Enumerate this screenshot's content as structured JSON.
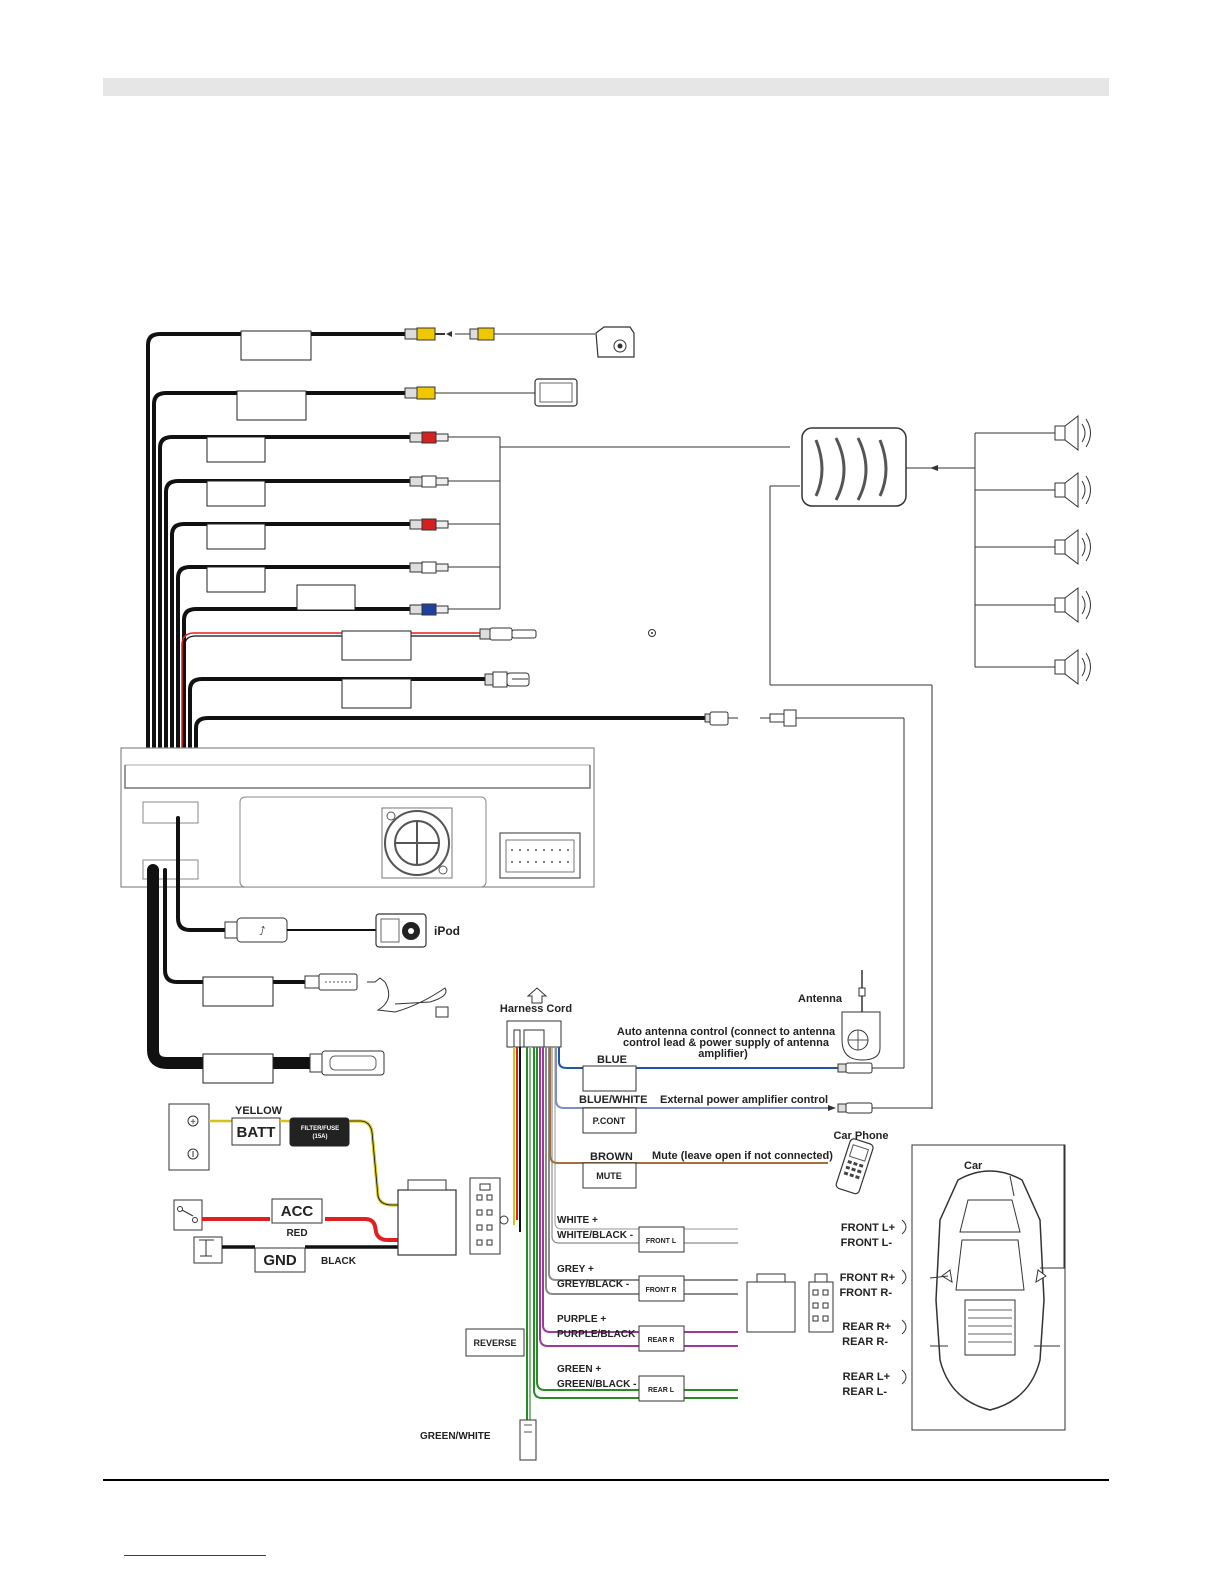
{
  "labels": {
    "ipod": "iPod",
    "harness_cord": "Harness Cord",
    "antenna": "Antenna",
    "auto_antenna_note_1": "Auto antenna control (connect to antenna",
    "auto_antenna_note_2": "control lead & power supply of antenna",
    "auto_antenna_note_3": "amplifier)",
    "blue": "BLUE",
    "blue_white": "BLUE/WHITE",
    "pcont": "P.CONT",
    "ext_amp_note": "External power amplifier control",
    "car_phone": "Car Phone",
    "brown": "BROWN",
    "mute": "MUTE",
    "mute_note": "Mute (leave open if not connected)",
    "yellow": "YELLOW",
    "batt": "BATT",
    "filter_fuse_1": "FILTER/FUSE",
    "filter_fuse_2": "(15A)",
    "acc": "ACC",
    "red": "RED",
    "gnd": "GND",
    "black": "BLACK",
    "car": "Car",
    "white_plus": "WHITE +",
    "white_black_minus": "WHITE/BLACK -",
    "front_l": "FRONT L",
    "grey_plus": "GREY +",
    "grey_black_minus": "GREY/BLACK -",
    "front_r": "FRONT R",
    "purple_plus": "PURPLE +",
    "purple_black": "PURPLE/BLACK",
    "rear_r": "REAR R",
    "green_plus": "GREEN +",
    "green_black_minus": "GREEN/BLACK -",
    "rear_l": "REAR L",
    "reverse": "REVERSE",
    "green_white": "GREEN/WHITE",
    "front_l_plus": "FRONT L+",
    "front_l_minus": "FRONT L-",
    "front_r_plus": "FRONT R+",
    "front_r_minus": "FRONT R-",
    "rear_r_plus": "REAR R+",
    "rear_r_minus": "REAR R-",
    "rear_l_plus": "REAR L+",
    "rear_l_minus": "REAR L-"
  },
  "colors": {
    "wire_black": "#111111",
    "wire_red": "#e02020",
    "wire_yellow": "#d6c21a",
    "wire_blue": "#2255aa",
    "wire_brown": "#a07040",
    "wire_grey": "#8c8c8c",
    "wire_purple": "#9a3a9a",
    "wire_green": "#2a8a2a",
    "wire_green_white": "#7ac07a",
    "rca_yellow": "#f0c800",
    "rca_red": "#d42020",
    "rca_blue": "#2040a0"
  }
}
